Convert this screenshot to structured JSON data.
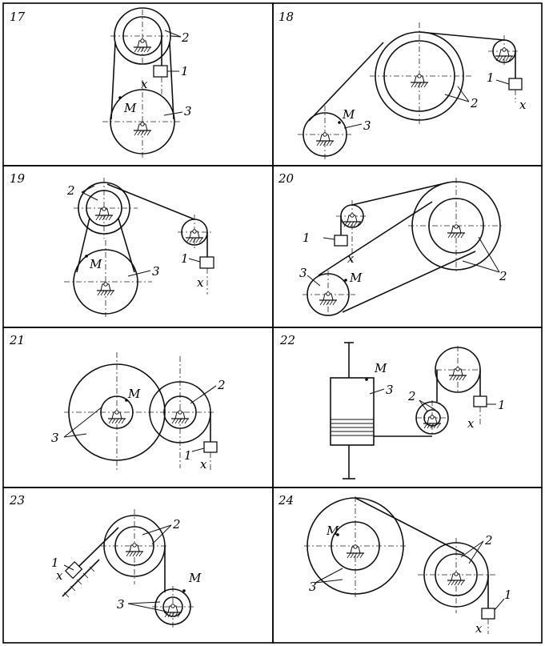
{
  "panels": [
    {
      "number": "17",
      "labels": {
        "block": "1",
        "pulley": "2",
        "drum": "3",
        "point": "M",
        "coord": "x"
      }
    },
    {
      "number": "18",
      "labels": {
        "block": "1",
        "pulley": "2",
        "drum": "3",
        "point": "M",
        "coord": "x"
      }
    },
    {
      "number": "19",
      "labels": {
        "block": "1",
        "pulley": "2",
        "drum": "3",
        "point": "M",
        "coord": "x"
      }
    },
    {
      "number": "20",
      "labels": {
        "block": "1",
        "pulley": "2",
        "drum": "3",
        "point": "M",
        "coord": "x"
      }
    },
    {
      "number": "21",
      "labels": {
        "block": "1",
        "pulley": "2",
        "drum": "3",
        "point": "M",
        "coord": "x"
      }
    },
    {
      "number": "22",
      "labels": {
        "block": "1",
        "pulley": "2",
        "drum": "3",
        "point": "M",
        "coord": "x"
      }
    },
    {
      "number": "23",
      "labels": {
        "block": "1",
        "pulley": "2",
        "drum": "3",
        "point": "M",
        "coord": "x"
      }
    },
    {
      "number": "24",
      "labels": {
        "block": "1",
        "pulley": "2",
        "drum": "3",
        "point": "M",
        "coord": "x"
      }
    }
  ]
}
